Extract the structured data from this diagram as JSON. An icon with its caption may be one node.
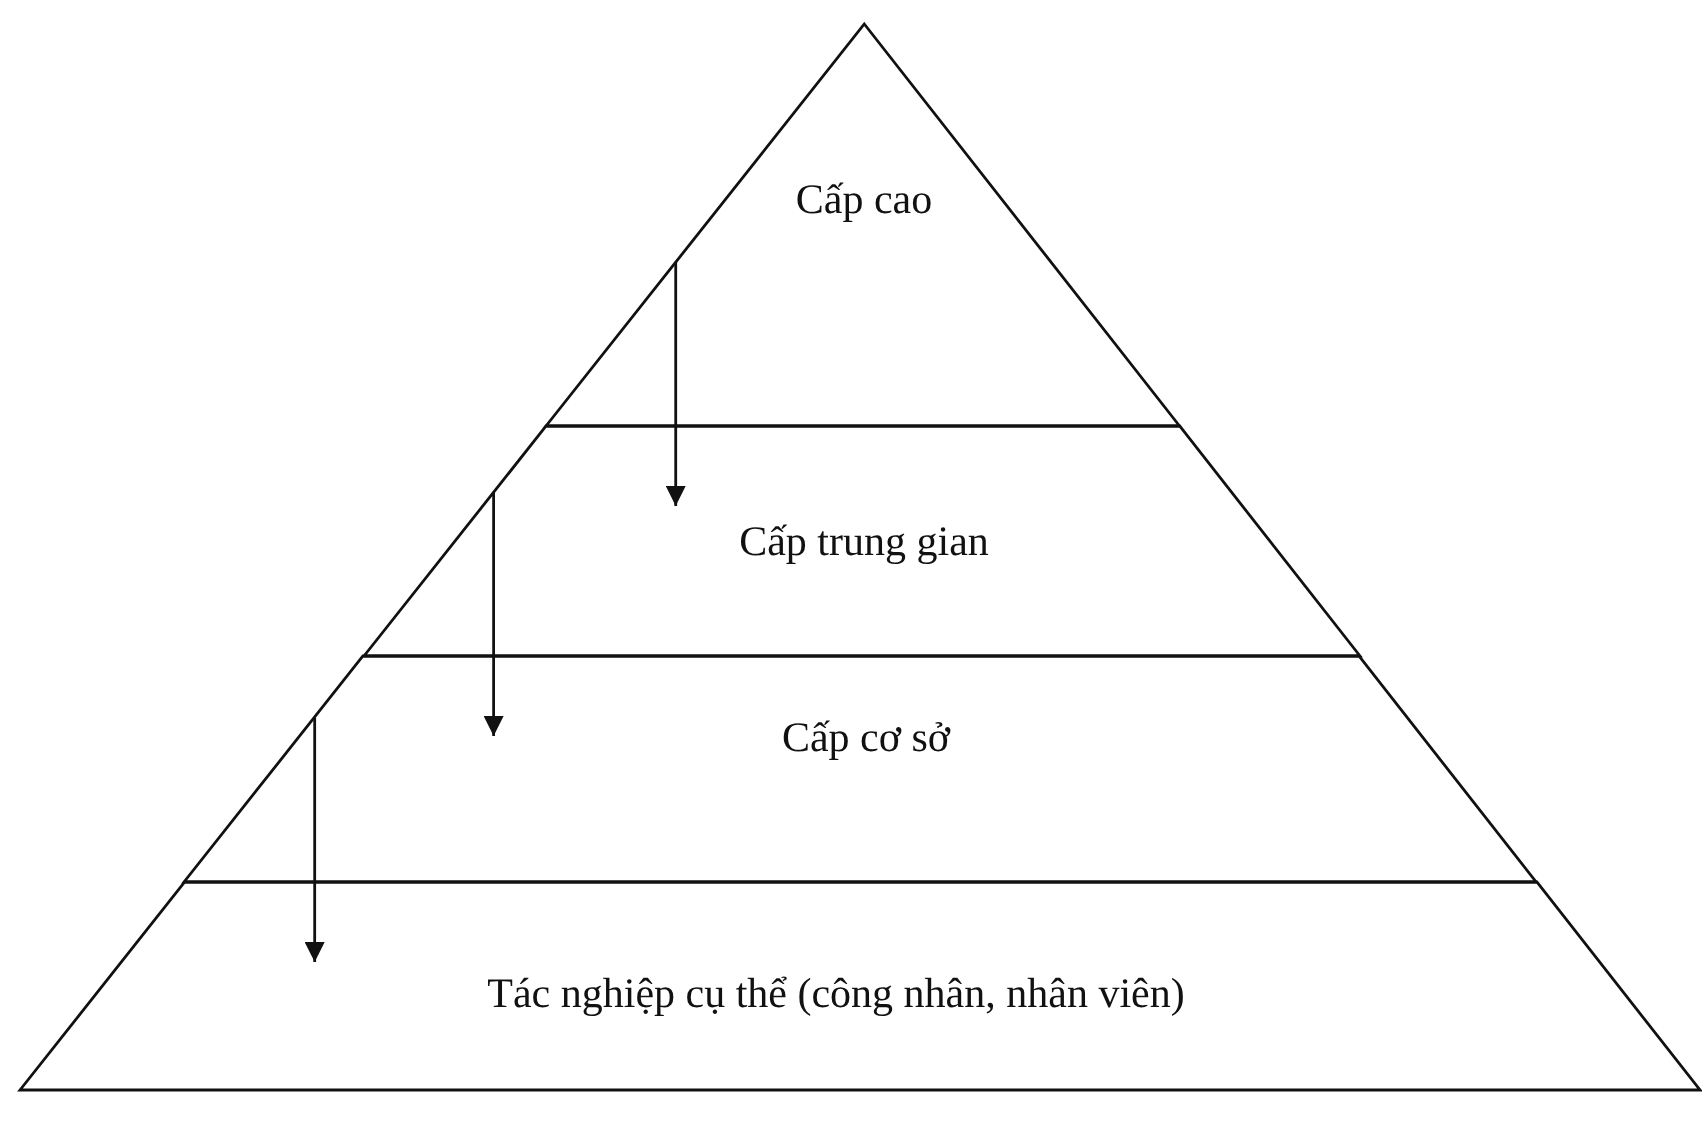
{
  "diagram": {
    "nodes": [
      {
        "text": [
          "Cấp cao"
        ]
      },
      {
        "text": [
          "Cấp trung gian"
        ]
      },
      {
        "text": [
          "Cấp cơ sở"
        ]
      },
      {
        "text": [
          "Tác nghiệp cụ thể (công nhân, nhân viên)"
        ]
      }
    ],
    "edges": [
      {
        "from": 0,
        "to": 1,
        "arrow": "to"
      },
      {
        "from": 1,
        "to": 2,
        "arrow": "to"
      },
      {
        "from": 2,
        "to": 3,
        "arrow": "to"
      }
    ]
  }
}
